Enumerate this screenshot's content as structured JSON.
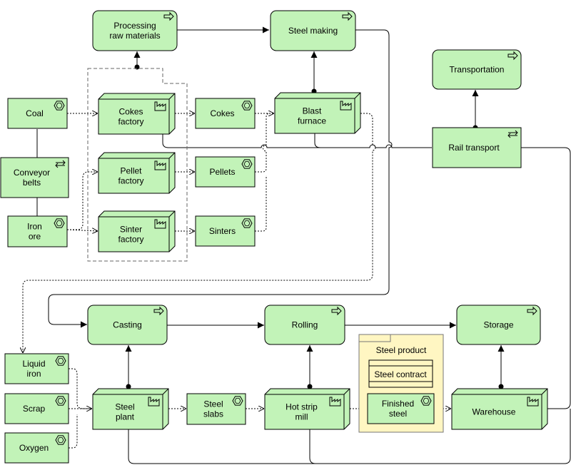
{
  "diagram": {
    "processes": {
      "processing": [
        "Processing",
        "raw materials"
      ],
      "steel_making": [
        "Steel making"
      ],
      "transportation": [
        "Transportation"
      ],
      "casting": [
        "Casting"
      ],
      "rolling": [
        "Rolling"
      ],
      "storage": [
        "Storage"
      ]
    },
    "materials": {
      "coal": [
        "Coal"
      ],
      "iron_ore": [
        "Iron",
        "ore"
      ],
      "cokes": [
        "Cokes"
      ],
      "pellets": [
        "Pellets"
      ],
      "sinters": [
        "Sinters"
      ],
      "liquid_iron": [
        "Liquid",
        "iron"
      ],
      "scrap": [
        "Scrap"
      ],
      "oxygen": [
        "Oxygen"
      ],
      "steel_slabs": [
        "Steel",
        "slabs"
      ],
      "finished_steel": [
        "Finished",
        "steel"
      ]
    },
    "facilities": {
      "cokes_factory": [
        "Cokes",
        "factory"
      ],
      "pellet_factory": [
        "Pellet",
        "factory"
      ],
      "sinter_factory": [
        "Sinter",
        "factory"
      ],
      "blast_furnace": [
        "Blast",
        "furnace"
      ],
      "steel_plant": [
        "Steel",
        "plant"
      ],
      "hot_strip_mill": [
        "Hot strip",
        "mill"
      ],
      "warehouse": [
        "Warehouse"
      ]
    },
    "equipment": {
      "conveyor_belts": [
        "Conveyor",
        "belts"
      ],
      "rail_transport": [
        "Rail transport"
      ]
    },
    "product": {
      "title": "Steel product",
      "contract": "Steel contract"
    }
  },
  "colors": {
    "element_fill": "#c2f3b8",
    "element_stroke": "#000000",
    "product_fill": "#fff6c2",
    "line": "#000000"
  }
}
